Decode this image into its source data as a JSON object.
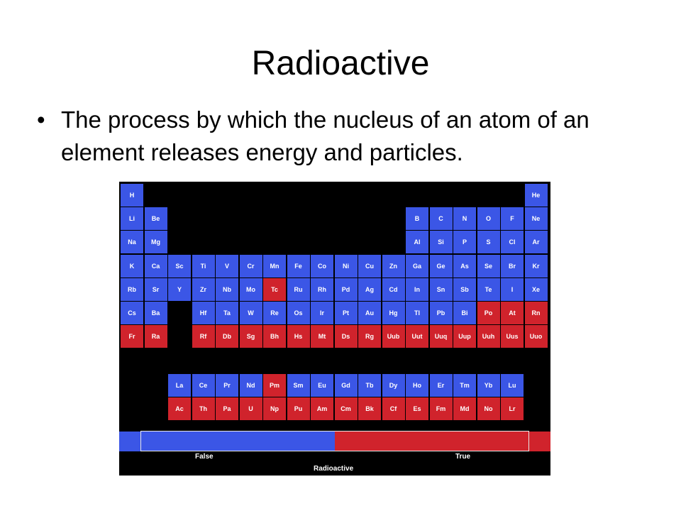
{
  "slide": {
    "title": "Radioactive",
    "bullets": [
      "The process by which the nucleus of an atom of an element releases energy and particles."
    ]
  },
  "colors": {
    "false": "#3b56e6",
    "true": "#d0232c",
    "background": "#000000"
  },
  "table": {
    "main": [
      [
        [
          "H",
          0
        ],
        null,
        null,
        null,
        null,
        null,
        null,
        null,
        null,
        null,
        null,
        null,
        null,
        null,
        null,
        null,
        null,
        [
          "He",
          0
        ]
      ],
      [
        [
          "Li",
          0
        ],
        [
          "Be",
          0
        ],
        null,
        null,
        null,
        null,
        null,
        null,
        null,
        null,
        null,
        null,
        [
          "B",
          0
        ],
        [
          "C",
          0
        ],
        [
          "N",
          0
        ],
        [
          "O",
          0
        ],
        [
          "F",
          0
        ],
        [
          "Ne",
          0
        ]
      ],
      [
        [
          "Na",
          0
        ],
        [
          "Mg",
          0
        ],
        null,
        null,
        null,
        null,
        null,
        null,
        null,
        null,
        null,
        null,
        [
          "Al",
          0
        ],
        [
          "Si",
          0
        ],
        [
          "P",
          0
        ],
        [
          "S",
          0
        ],
        [
          "Cl",
          0
        ],
        [
          "Ar",
          0
        ]
      ],
      [
        [
          "K",
          0
        ],
        [
          "Ca",
          0
        ],
        [
          "Sc",
          0
        ],
        [
          "Ti",
          0
        ],
        [
          "V",
          0
        ],
        [
          "Cr",
          0
        ],
        [
          "Mn",
          0
        ],
        [
          "Fe",
          0
        ],
        [
          "Co",
          0
        ],
        [
          "Ni",
          0
        ],
        [
          "Cu",
          0
        ],
        [
          "Zn",
          0
        ],
        [
          "Ga",
          0
        ],
        [
          "Ge",
          0
        ],
        [
          "As",
          0
        ],
        [
          "Se",
          0
        ],
        [
          "Br",
          0
        ],
        [
          "Kr",
          0
        ]
      ],
      [
        [
          "Rb",
          0
        ],
        [
          "Sr",
          0
        ],
        [
          "Y",
          0
        ],
        [
          "Zr",
          0
        ],
        [
          "Nb",
          0
        ],
        [
          "Mo",
          0
        ],
        [
          "Tc",
          1
        ],
        [
          "Ru",
          0
        ],
        [
          "Rh",
          0
        ],
        [
          "Pd",
          0
        ],
        [
          "Ag",
          0
        ],
        [
          "Cd",
          0
        ],
        [
          "In",
          0
        ],
        [
          "Sn",
          0
        ],
        [
          "Sb",
          0
        ],
        [
          "Te",
          0
        ],
        [
          "I",
          0
        ],
        [
          "Xe",
          0
        ]
      ],
      [
        [
          "Cs",
          0
        ],
        [
          "Ba",
          0
        ],
        null,
        [
          "Hf",
          0
        ],
        [
          "Ta",
          0
        ],
        [
          "W",
          0
        ],
        [
          "Re",
          0
        ],
        [
          "Os",
          0
        ],
        [
          "Ir",
          0
        ],
        [
          "Pt",
          0
        ],
        [
          "Au",
          0
        ],
        [
          "Hg",
          0
        ],
        [
          "Tl",
          0
        ],
        [
          "Pb",
          0
        ],
        [
          "Bi",
          0
        ],
        [
          "Po",
          1
        ],
        [
          "At",
          1
        ],
        [
          "Rn",
          1
        ]
      ],
      [
        [
          "Fr",
          1
        ],
        [
          "Ra",
          1
        ],
        null,
        [
          "Rf",
          1
        ],
        [
          "Db",
          1
        ],
        [
          "Sg",
          1
        ],
        [
          "Bh",
          1
        ],
        [
          "Hs",
          1
        ],
        [
          "Mt",
          1
        ],
        [
          "Ds",
          1
        ],
        [
          "Rg",
          1
        ],
        [
          "Uub",
          1
        ],
        [
          "Uut",
          1
        ],
        [
          "Uuq",
          1
        ],
        [
          "Uup",
          1
        ],
        [
          "Uuh",
          1
        ],
        [
          "Uus",
          1
        ],
        [
          "Uuo",
          1
        ]
      ]
    ],
    "lanthanides": [
      [
        "La",
        0
      ],
      [
        "Ce",
        0
      ],
      [
        "Pr",
        0
      ],
      [
        "Nd",
        0
      ],
      [
        "Pm",
        1
      ],
      [
        "Sm",
        0
      ],
      [
        "Eu",
        0
      ],
      [
        "Gd",
        0
      ],
      [
        "Tb",
        0
      ],
      [
        "Dy",
        0
      ],
      [
        "Ho",
        0
      ],
      [
        "Er",
        0
      ],
      [
        "Tm",
        0
      ],
      [
        "Yb",
        0
      ],
      [
        "Lu",
        0
      ]
    ],
    "actinides": [
      [
        "Ac",
        1
      ],
      [
        "Th",
        1
      ],
      [
        "Pa",
        1
      ],
      [
        "U",
        1
      ],
      [
        "Np",
        1
      ],
      [
        "Pu",
        1
      ],
      [
        "Am",
        1
      ],
      [
        "Cm",
        1
      ],
      [
        "Bk",
        1
      ],
      [
        "Cf",
        1
      ],
      [
        "Es",
        1
      ],
      [
        "Fm",
        1
      ],
      [
        "Md",
        1
      ],
      [
        "No",
        1
      ],
      [
        "Lr",
        1
      ]
    ]
  },
  "legend": {
    "false_label": "False",
    "true_label": "True",
    "title": "Radioactive"
  }
}
